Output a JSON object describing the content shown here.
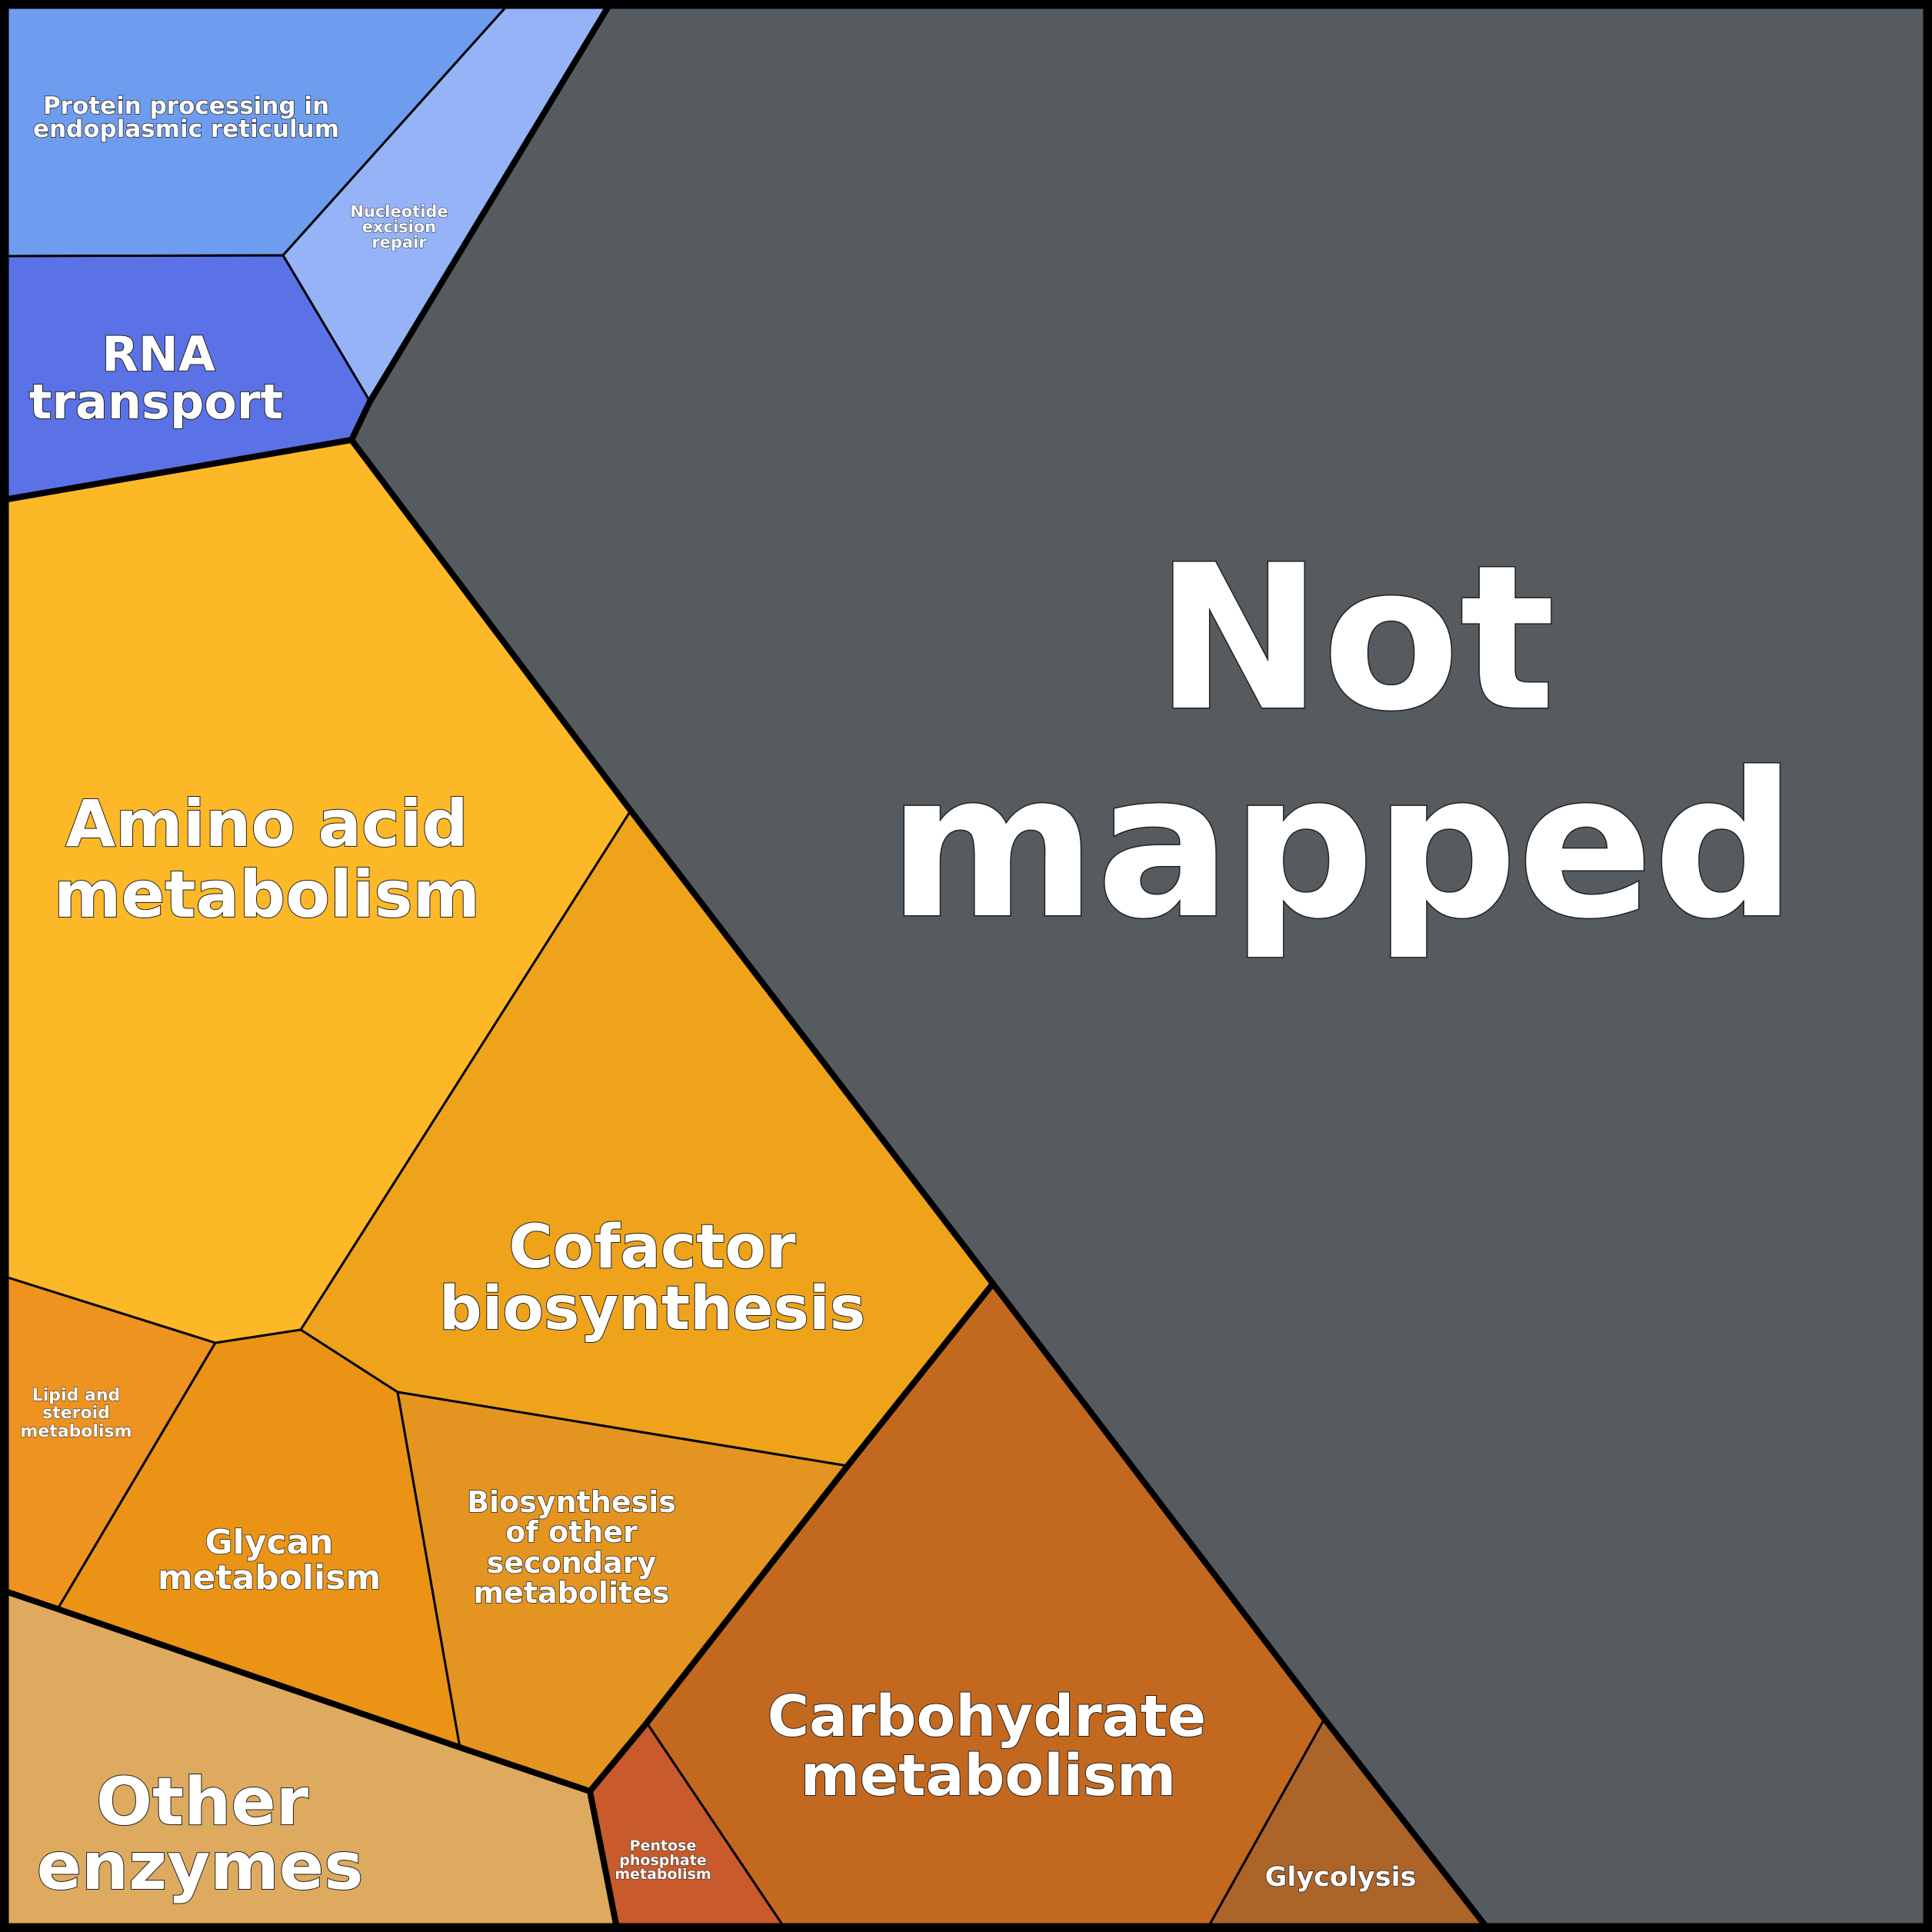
{
  "chart_data": {
    "type": "voronoi-treemap",
    "title": "",
    "border_color": "#000000",
    "cells": [
      {
        "id": "not-mapped",
        "label": [
          "Not",
          "mapped"
        ],
        "color": "#565b60"
      },
      {
        "id": "protein-processing",
        "label": [
          "Protein processing in",
          "endoplasmic reticulum"
        ],
        "color": "#6e9cef"
      },
      {
        "id": "nucleotide-excision-repair",
        "label": [
          "Nucleotide",
          "excision",
          "repair"
        ],
        "color": "#95b3f6"
      },
      {
        "id": "rna-transport",
        "label": [
          "RNA",
          "transport"
        ],
        "color": "#5a72e6"
      },
      {
        "id": "amino-acid-metabolism",
        "label": [
          "Amino acid",
          "metabolism"
        ],
        "color": "#fdb827"
      },
      {
        "id": "cofactor-biosynthesis",
        "label": [
          "Cofactor",
          "biosynthesis"
        ],
        "color": "#eea31a"
      },
      {
        "id": "lipid-steroid-metabolism",
        "label": [
          "Lipid and",
          "steroid",
          "metabolism"
        ],
        "color": "#ee9220"
      },
      {
        "id": "glycan-metabolism",
        "label": [
          "Glycan",
          "metabolism"
        ],
        "color": "#eb9315"
      },
      {
        "id": "biosynthesis-secondary",
        "label": [
          "Biosynthesis",
          "of other",
          "secondary",
          "metabolites"
        ],
        "color": "#e49420"
      },
      {
        "id": "other-enzymes",
        "label": [
          "Other",
          "enzymes"
        ],
        "color": "#ddaa5f"
      },
      {
        "id": "pentose-phosphate",
        "label": [
          "Pentose",
          "phosphate",
          "metabolism"
        ],
        "color": "#c85a2c"
      },
      {
        "id": "carbohydrate-metabolism",
        "label": [
          "Carbohydrate",
          "metabolism"
        ],
        "color": "#c3681f"
      },
      {
        "id": "glycolysis",
        "label": [
          "Glycolysis"
        ],
        "color": "#ac6429"
      }
    ]
  },
  "labels": {
    "not_mapped_1": "Not",
    "not_mapped_2": "mapped",
    "protein_1": "Protein processing in",
    "protein_2": "endoplasmic reticulum",
    "ner_1": "Nucleotide",
    "ner_2": "excision",
    "ner_3": "repair",
    "rna_1": "RNA",
    "rna_2": "transport",
    "amino_1": "Amino acid",
    "amino_2": "metabolism",
    "cofactor_1": "Cofactor",
    "cofactor_2": "biosynthesis",
    "lipid_1": "Lipid and",
    "lipid_2": "steroid",
    "lipid_3": "metabolism",
    "glycan_1": "Glycan",
    "glycan_2": "metabolism",
    "biosyn_1": "Biosynthesis",
    "biosyn_2": "of other",
    "biosyn_3": "secondary",
    "biosyn_4": "metabolites",
    "other_1": "Other",
    "other_2": "enzymes",
    "pentose_1": "Pentose",
    "pentose_2": "phosphate",
    "pentose_3": "metabolism",
    "carb_1": "Carbohydrate",
    "carb_2": "metabolism",
    "glyco_1": "Glycolysis"
  }
}
